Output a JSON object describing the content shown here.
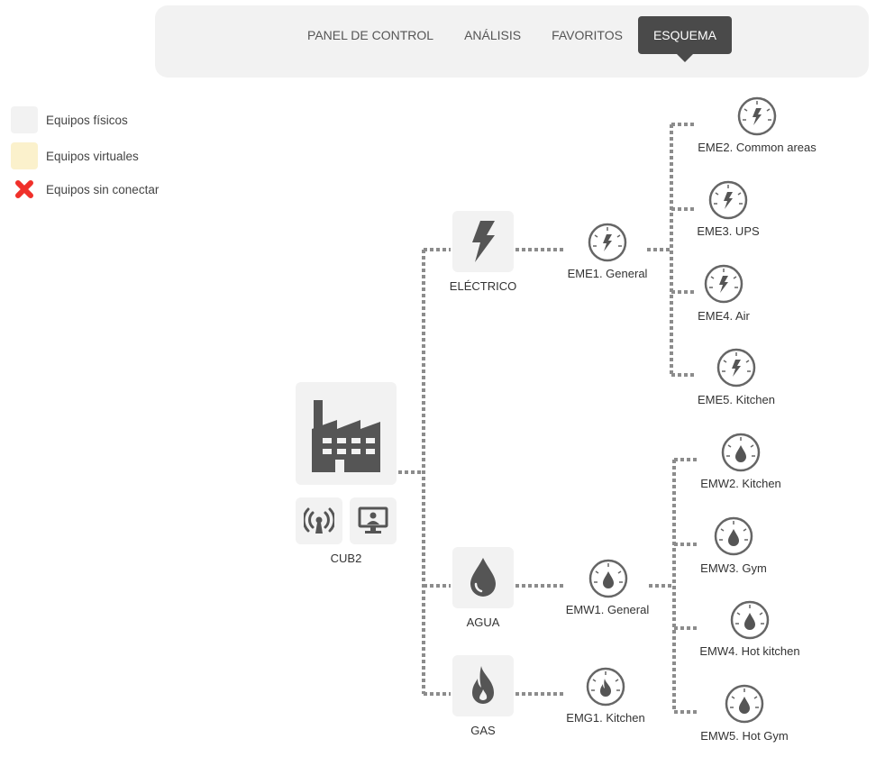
{
  "nav": {
    "items": [
      {
        "label": "PANEL DE CONTROL",
        "active": false
      },
      {
        "label": "ANÁLISIS",
        "active": false
      },
      {
        "label": "FAVORITOS",
        "active": false
      },
      {
        "label": "ESQUEMA",
        "active": true
      }
    ]
  },
  "legend": {
    "physical": {
      "label": "Equipos físicos",
      "color": "#f2f2f2"
    },
    "virtual": {
      "label": "Equipos virtuales",
      "color": "#fbf1cc"
    },
    "disconnected": {
      "label": "Equipos sin conectar",
      "color": "#f0302a"
    }
  },
  "colors": {
    "icon": "#555555",
    "wire": "#8c8c8c",
    "nav_active_bg": "#4a4a4a"
  },
  "diagram": {
    "root": {
      "label": "CUB2",
      "icon": "factory-icon",
      "sub_icons": [
        "antenna-icon",
        "monitor-icon"
      ]
    },
    "categories": [
      {
        "id": "electrico",
        "label": "ELÉCTRICO",
        "icon": "lightning-icon"
      },
      {
        "id": "agua",
        "label": "AGUA",
        "icon": "water-drop-icon"
      },
      {
        "id": "gas",
        "label": "GAS",
        "icon": "flame-icon"
      }
    ],
    "meters": [
      {
        "id": "eme1",
        "label": "EME1. General",
        "icon": "lightning-gauge-icon"
      },
      {
        "id": "eme2",
        "label": "EME2. Common areas",
        "icon": "lightning-gauge-icon"
      },
      {
        "id": "eme3",
        "label": "EME3. UPS",
        "icon": "lightning-gauge-icon"
      },
      {
        "id": "eme4",
        "label": "EME4. Air",
        "icon": "lightning-gauge-icon"
      },
      {
        "id": "eme5",
        "label": "EME5. Kitchen",
        "icon": "lightning-gauge-icon"
      },
      {
        "id": "emw1",
        "label": "EMW1. General",
        "icon": "drop-gauge-icon"
      },
      {
        "id": "emw2",
        "label": "EMW2. Kitchen",
        "icon": "drop-gauge-icon"
      },
      {
        "id": "emw3",
        "label": "EMW3. Gym",
        "icon": "drop-gauge-icon"
      },
      {
        "id": "emw4",
        "label": "EMW4. Hot kitchen",
        "icon": "drop-gauge-icon"
      },
      {
        "id": "emw5",
        "label": "EMW5. Hot Gym",
        "icon": "drop-gauge-icon"
      },
      {
        "id": "emg1",
        "label": "EMG1. Kitchen",
        "icon": "flame-gauge-icon"
      }
    ]
  }
}
